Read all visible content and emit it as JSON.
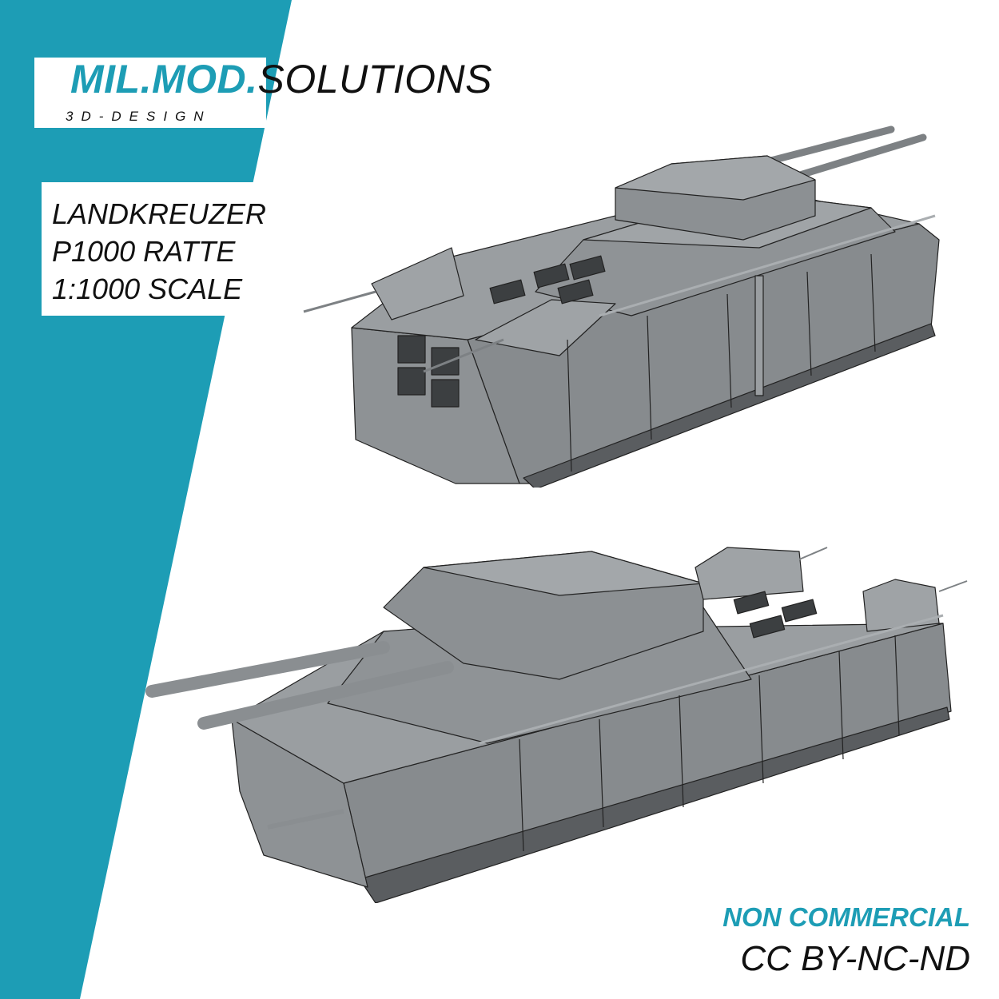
{
  "colors": {
    "accent_teal": "#1d9db5",
    "text_dark": "#111111",
    "background": "#ffffff",
    "model_gray": "#8a8e91",
    "model_gray_light": "#9da1a4",
    "model_gray_dark": "#6f7376",
    "outline": "#222222"
  },
  "logo": {
    "brand": "MIL.MOD.",
    "name_rest": "SOLUTIONS",
    "subtitle": "3D-DESIGN"
  },
  "title": {
    "lines": [
      "LANDKREUZER",
      "P1000 RATTE",
      "1:1000 SCALE"
    ]
  },
  "license": {
    "type": "NON COMMERCIAL",
    "code": "CC BY-NC-ND"
  },
  "renders": [
    {
      "name": "rear-three-quarter-view",
      "subject": "Landkreuzer P1000 Ratte 3D model"
    },
    {
      "name": "front-three-quarter-view",
      "subject": "Landkreuzer P1000 Ratte 3D model"
    }
  ]
}
